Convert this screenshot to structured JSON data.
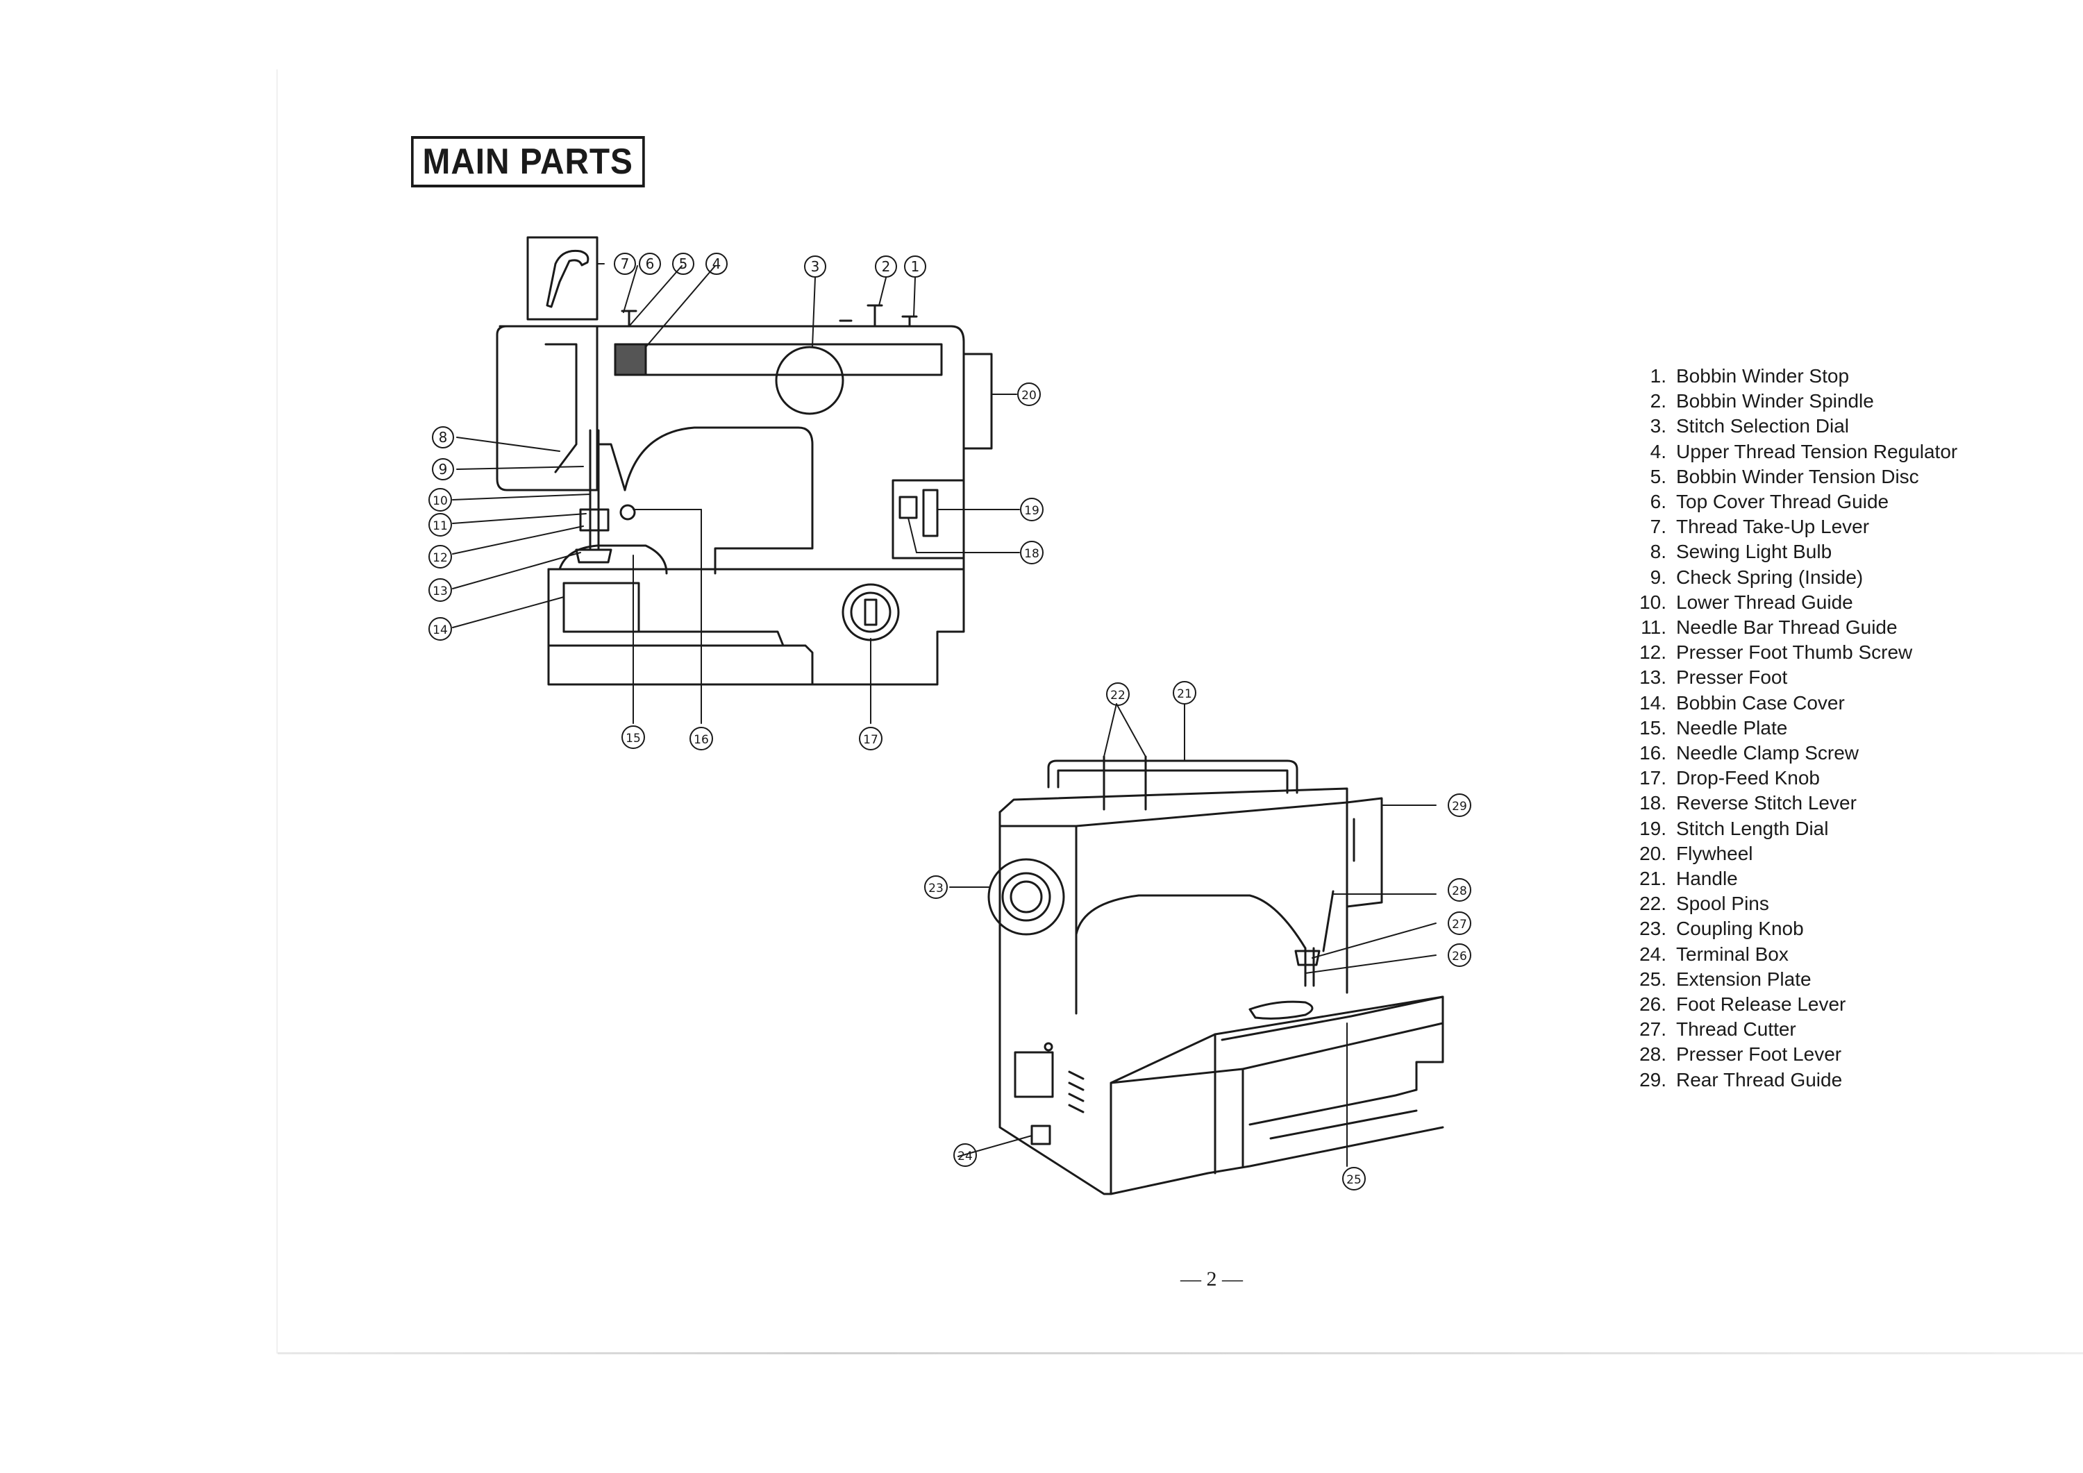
{
  "page": {
    "title": "MAIN PARTS",
    "page_number": "— 2 —"
  },
  "callouts": [
    "1",
    "2",
    "3",
    "4",
    "5",
    "6",
    "7",
    "8",
    "9",
    "10",
    "11",
    "12",
    "13",
    "14",
    "15",
    "16",
    "17",
    "18",
    "19",
    "20",
    "21",
    "22",
    "23",
    "24",
    "25",
    "26",
    "27",
    "28",
    "29"
  ],
  "parts": [
    {
      "num": "1.",
      "name": "Bobbin Winder Stop"
    },
    {
      "num": "2.",
      "name": "Bobbin Winder Spindle"
    },
    {
      "num": "3.",
      "name": "Stitch Selection Dial"
    },
    {
      "num": "4.",
      "name": "Upper Thread Tension Regulator"
    },
    {
      "num": "5.",
      "name": "Bobbin Winder Tension Disc"
    },
    {
      "num": "6.",
      "name": "Top Cover Thread Guide"
    },
    {
      "num": "7.",
      "name": "Thread Take-Up Lever"
    },
    {
      "num": "8.",
      "name": "Sewing Light Bulb"
    },
    {
      "num": "9.",
      "name": "Check Spring (Inside)"
    },
    {
      "num": "10.",
      "name": "Lower Thread Guide"
    },
    {
      "num": "11.",
      "name": "Needle Bar Thread Guide"
    },
    {
      "num": "12.",
      "name": "Presser Foot Thumb Screw"
    },
    {
      "num": "13.",
      "name": "Presser Foot"
    },
    {
      "num": "14.",
      "name": "Bobbin Case Cover"
    },
    {
      "num": "15.",
      "name": "Needle Plate"
    },
    {
      "num": "16.",
      "name": "Needle Clamp Screw"
    },
    {
      "num": "17.",
      "name": "Drop-Feed Knob"
    },
    {
      "num": "18.",
      "name": "Reverse Stitch Lever"
    },
    {
      "num": "19.",
      "name": "Stitch Length Dial"
    },
    {
      "num": "20.",
      "name": "Flywheel"
    },
    {
      "num": "21.",
      "name": "Handle"
    },
    {
      "num": "22.",
      "name": "Spool Pins"
    },
    {
      "num": "23.",
      "name": "Coupling Knob"
    },
    {
      "num": "24.",
      "name": "Terminal Box"
    },
    {
      "num": "25.",
      "name": "Extension Plate"
    },
    {
      "num": "26.",
      "name": "Foot Release Lever"
    },
    {
      "num": "27.",
      "name": "Thread Cutter"
    },
    {
      "num": "28.",
      "name": "Presser Foot Lever"
    },
    {
      "num": "29.",
      "name": "Rear Thread Guide"
    }
  ],
  "colors": {
    "ink": "#1a1a1a",
    "paper": "#ffffff"
  }
}
